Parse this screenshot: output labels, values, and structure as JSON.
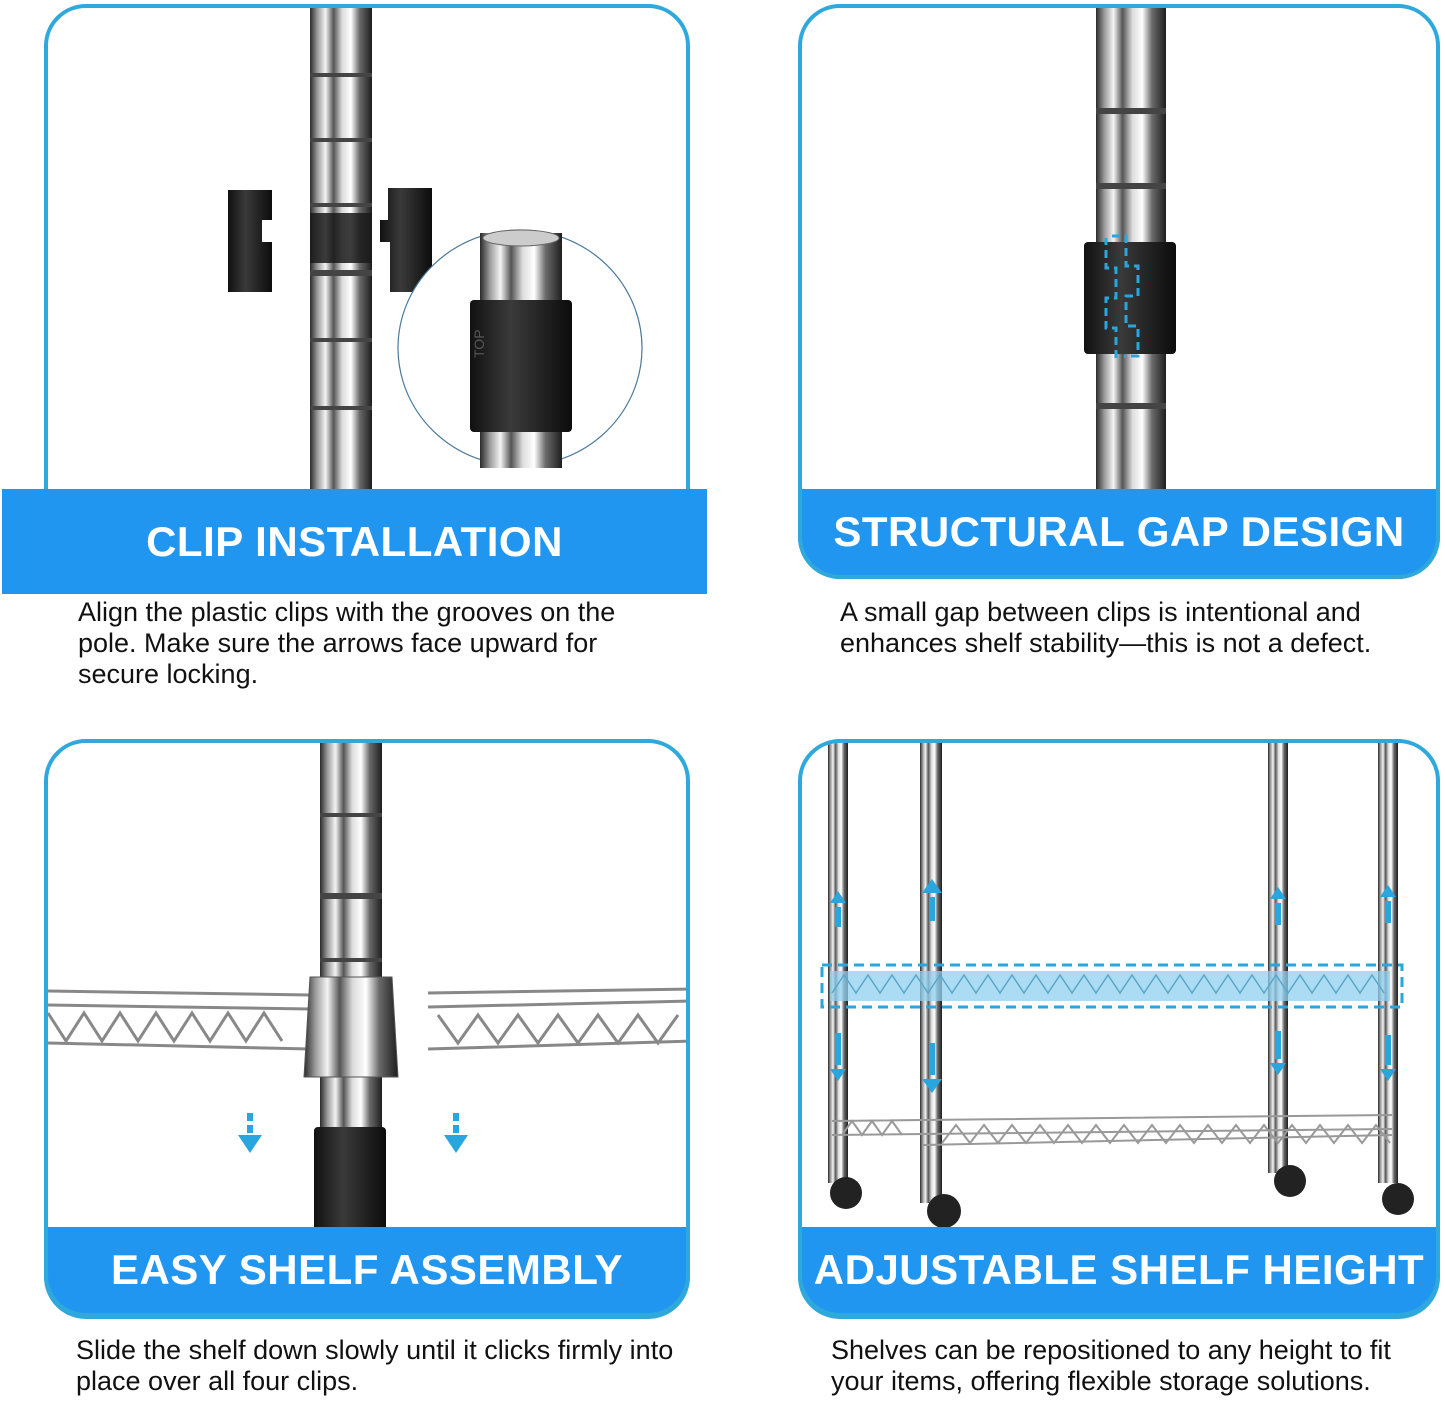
{
  "panels": [
    {
      "title": "CLIP INSTALLATION",
      "description": "Align the plastic clips with the grooves on the pole. Make sure the arrows face upward for secure locking.",
      "illustration": "pole-with-clips-and-magnified-clip"
    },
    {
      "title": "STRUCTURAL GAP DESIGN",
      "description": "A small gap between clips is intentional and enhances shelf stability—this is not a defect.",
      "illustration": "pole-with-clip-gap-highlight"
    },
    {
      "title": "EASY SHELF ASSEMBLY",
      "description": "Slide the shelf down slowly until it clicks firmly into place over all four clips.",
      "illustration": "shelf-sliding-down-pole"
    },
    {
      "title": "ADJUSTABLE SHELF HEIGHT",
      "description": "Shelves can be repositioned to any height to fit your items, offering flexible storage solutions.",
      "illustration": "wire-shelf-cart-with-adjust-arrows"
    }
  ],
  "colors": {
    "banner": "#2196f0",
    "frame": "#2fa8dc",
    "text": "#111111",
    "highlight": "#2aa6de"
  }
}
